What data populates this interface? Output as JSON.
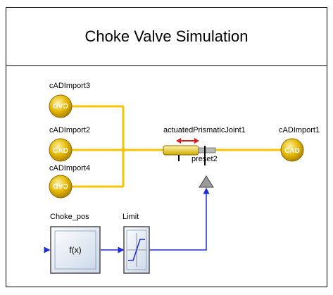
{
  "title": "Choke Valve Simulation",
  "blocks": {
    "cad3": {
      "label": "cADImport3",
      "icon_text": "CAD"
    },
    "cad2": {
      "label": "cADImport2",
      "icon_text": "CAD"
    },
    "cad4": {
      "label": "cADImport4",
      "icon_text": "CAD"
    },
    "cad1": {
      "label": "cADImport1",
      "icon_text": "CAD"
    },
    "joint": {
      "label": "actuatedPrismaticJoint1"
    },
    "preset": {
      "label": "preset2"
    },
    "choke": {
      "label": "Choke_pos",
      "icon_text": "f(x)"
    },
    "limit": {
      "label": "Limit"
    }
  },
  "colors": {
    "mechanical_wire": "#f5c400",
    "signal_wire": "#1f2bd6",
    "cad_fill": "#e0b000",
    "arrow": "#d62020"
  },
  "icons": {
    "cad": "gold-disc-cad-icon",
    "joint": "prismatic-joint-icon",
    "preset": "ground-triangle-icon",
    "choke": "function-fx-icon",
    "limit": "saturation-limit-icon"
  }
}
